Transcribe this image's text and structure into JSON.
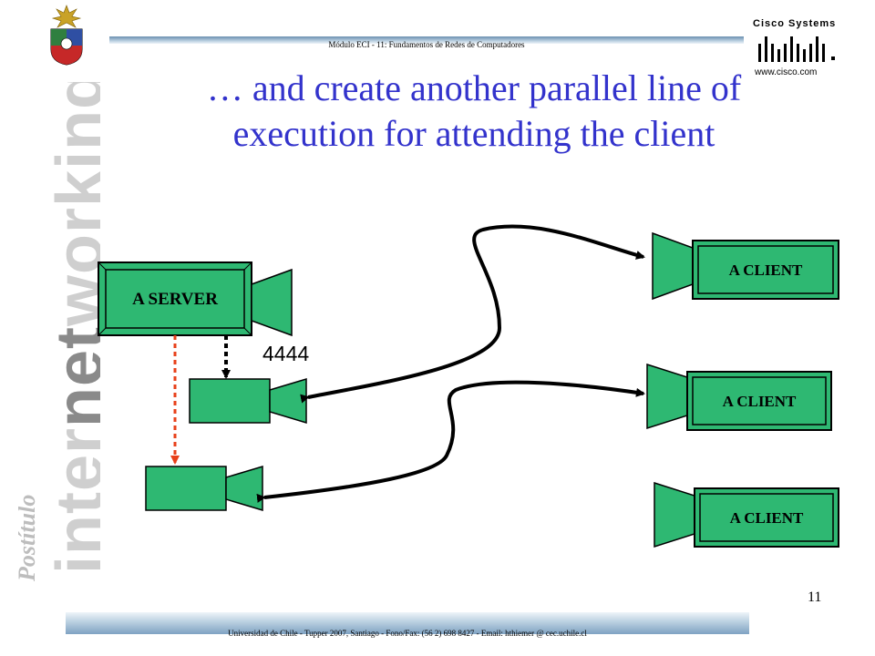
{
  "header": {
    "module_text": "Módulo ECI - 11: Fundamentos de Redes de Computadores"
  },
  "title": {
    "line1": "… and create another parallel line of",
    "line2": "execution for attending the client"
  },
  "diagram": {
    "server_label": "A SERVER",
    "port_label": "4444",
    "client_labels": [
      "A CLIENT",
      "A CLIENT",
      "A CLIENT"
    ]
  },
  "brand": {
    "cisco_name": "Cisco Systems",
    "cisco_url": "www.cisco.com",
    "side_line1": "Postítulo",
    "side_line2_part1": "inter",
    "side_line2_part2": "net",
    "side_line2_part3": "working"
  },
  "footer": {
    "text": "Universidad de Chile - Tupper 2007, Santiago - Fono/Fax: (56 2) 698 8427 - Email: hthiemer @ cec.uchile.cl",
    "page_number": "11"
  },
  "colors": {
    "title": "#3333cc",
    "box_fill": "#2eb872",
    "arrow_red": "#e8401a",
    "line_black": "#000000"
  }
}
